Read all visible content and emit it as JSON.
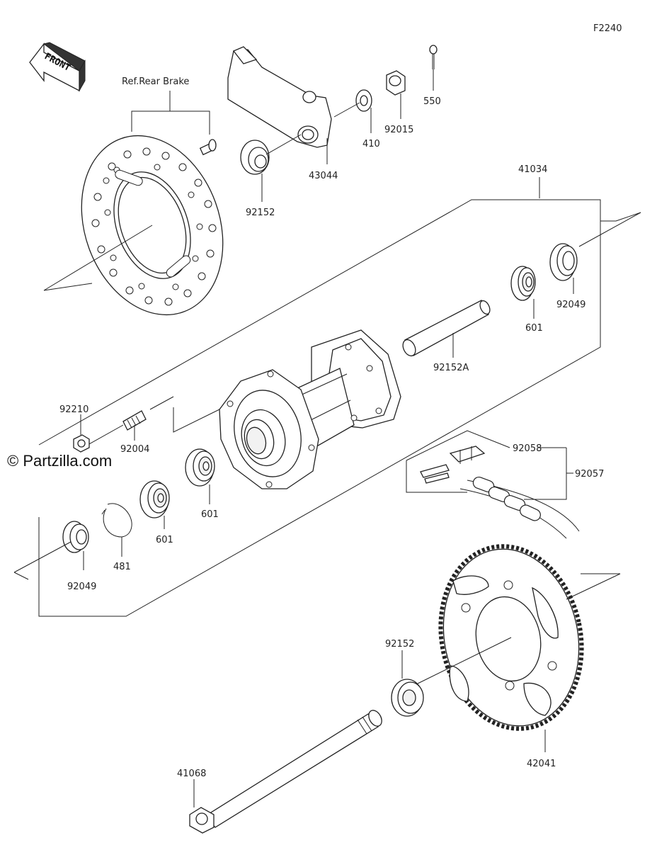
{
  "figure_code": "F2240",
  "front_arrow_label": "FRONT",
  "ref_label": "Ref.Rear Brake",
  "watermark": "© Partzilla.com",
  "callouts": {
    "p550": "550",
    "p92015": "92015",
    "p410": "410",
    "p43044": "43044",
    "p92152_top": "92152",
    "p41034": "41034",
    "p92049_right": "92049",
    "p601_right": "601",
    "p92152A": "92152A",
    "p92210": "92210",
    "p92004": "92004",
    "p601_mid": "601",
    "p601_left": "601",
    "p481": "481",
    "p92049_left": "92049",
    "p92058": "92058",
    "p92057": "92057",
    "p92152_bottom": "92152",
    "p42041": "42041",
    "p41068": "41068"
  }
}
